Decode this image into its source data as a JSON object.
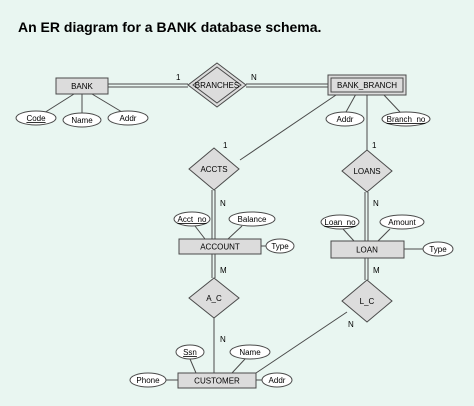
{
  "title": "An ER diagram for a BANK database schema.",
  "entities": {
    "bank": "BANK",
    "bank_branch": "BANK_BRANCH",
    "account": "ACCOUNT",
    "loan": "LOAN",
    "customer": "CUSTOMER"
  },
  "relationships": {
    "branches": "BRANCHES",
    "accts": "ACCTS",
    "loans": "LOANS",
    "a_c": "A_C",
    "l_c": "L_C"
  },
  "attributes": {
    "bank_code": "Code",
    "bank_name": "Name",
    "bank_addr": "Addr",
    "branch_addr": "Addr",
    "branch_no": "Branch_no",
    "acct_no": "Acct_no",
    "acct_balance": "Balance",
    "acct_type": "Type",
    "loan_no": "Loan_no",
    "loan_amount": "Amount",
    "loan_type": "Type",
    "cust_ssn": "Ssn",
    "cust_name": "Name",
    "cust_phone": "Phone",
    "cust_addr": "Addr"
  },
  "cardinalities": {
    "branches_bank": "1",
    "branches_branch": "N",
    "accts_branch": "1",
    "accts_account": "N",
    "loans_branch": "1",
    "loans_loan": "N",
    "ac_account": "M",
    "ac_customer": "N",
    "lc_loan": "M",
    "lc_customer": "N"
  },
  "colors": {
    "background": "#e9f6f1",
    "box_fill": "#dcdcdc",
    "stroke": "#4a4a4a",
    "attr_fill": "#ffffff"
  }
}
